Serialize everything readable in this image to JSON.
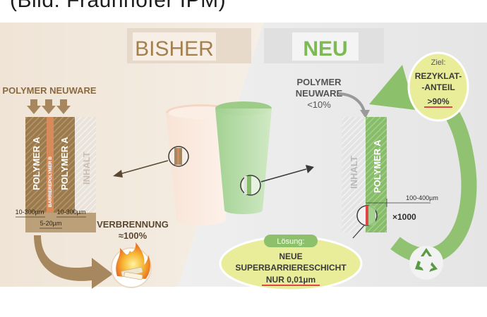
{
  "caption": "(Bild: Fraunhofer IPM)",
  "left": {
    "header": "BISHER",
    "neuware_label": "POLYMER NEUWARE",
    "layer_polymer_a": "POLYMER A",
    "layer_barrier": "BARRIEREPOLYMER B",
    "layer_inhalt": "INHALT",
    "dim_left": "10-300µm",
    "dim_right": "10-300µm",
    "dim_bottom": "5-20µm",
    "burn_line1": "VERBRENNUNG",
    "burn_line2": "≈100%"
  },
  "right": {
    "header": "NEU",
    "neuware_line1": "POLYMER",
    "neuware_line2": "NEUWARE",
    "neuware_line3": "<10%",
    "layer_inhalt": "INHALT",
    "layer_polymer_a": "POLYMER A",
    "dim_range": "100-400µm",
    "zoom": "×1000",
    "goal_title": "Ziel:",
    "goal_line1": "REZYKLAT-",
    "goal_line2": "-ANTEIL",
    "goal_line3": ">90%",
    "solution_title": "Lösung:",
    "solution_line1": "NEUE",
    "solution_line2": "SUPERBARRIERESCHICHT",
    "solution_line3": "NUR 0,01µm"
  },
  "colors": {
    "brown": "#a7875d",
    "green": "#8cc06a",
    "yellow": "#e9ed9a",
    "red": "#e0464a"
  },
  "icons": [
    "arrow-down-icon",
    "fire-icon",
    "recycle-icon",
    "magnifier-icon"
  ]
}
